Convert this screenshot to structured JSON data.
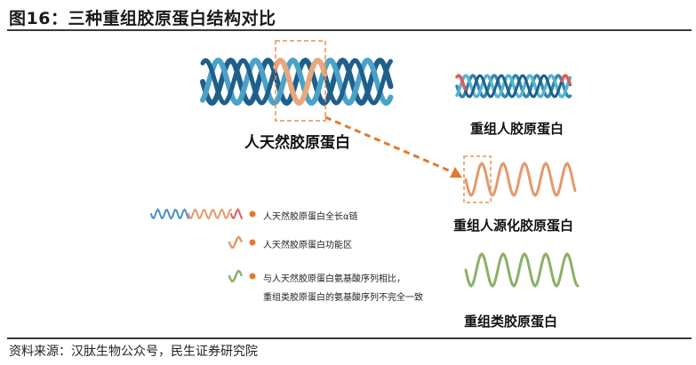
{
  "figure": {
    "title": "图16：三种重组胶原蛋白结构对比",
    "source": "资料来源：汉肽生物公众号，民生证券研究院"
  },
  "structures": [
    {
      "label": "人天然胶原蛋白",
      "form": "triple-helix",
      "colors": [
        "#1f5f8b",
        "#4aa3c7",
        "#e8a87c"
      ]
    },
    {
      "label": "重组人胶原蛋白",
      "form": "triple-helix",
      "colors": [
        "#2e86ab",
        "#58b4d1",
        "#e05a5a"
      ]
    },
    {
      "label": "重组人源化胶原蛋白",
      "form": "single-chain",
      "colors": [
        "#e39a6b"
      ]
    },
    {
      "label": "重组类胶原蛋白",
      "form": "single-chain",
      "colors": [
        "#8ab06a"
      ]
    }
  ],
  "legend": [
    {
      "text": "人天然胶原蛋白全长α链",
      "color": "#4a90c2"
    },
    {
      "text": "人天然胶原蛋白功能区",
      "color": "#e39a6b"
    },
    {
      "text": "与人天然胶原蛋白氨基酸序列相比，",
      "color": "#8ab06a"
    },
    {
      "text": "重组类胶原蛋白的氨基酸序列不完全一致",
      "color": ""
    }
  ],
  "colors": {
    "highlight_box": "#e8914a",
    "arrow": "#e07a2e",
    "bullet": "#e07a2e",
    "rule": "#3a3a3a"
  }
}
